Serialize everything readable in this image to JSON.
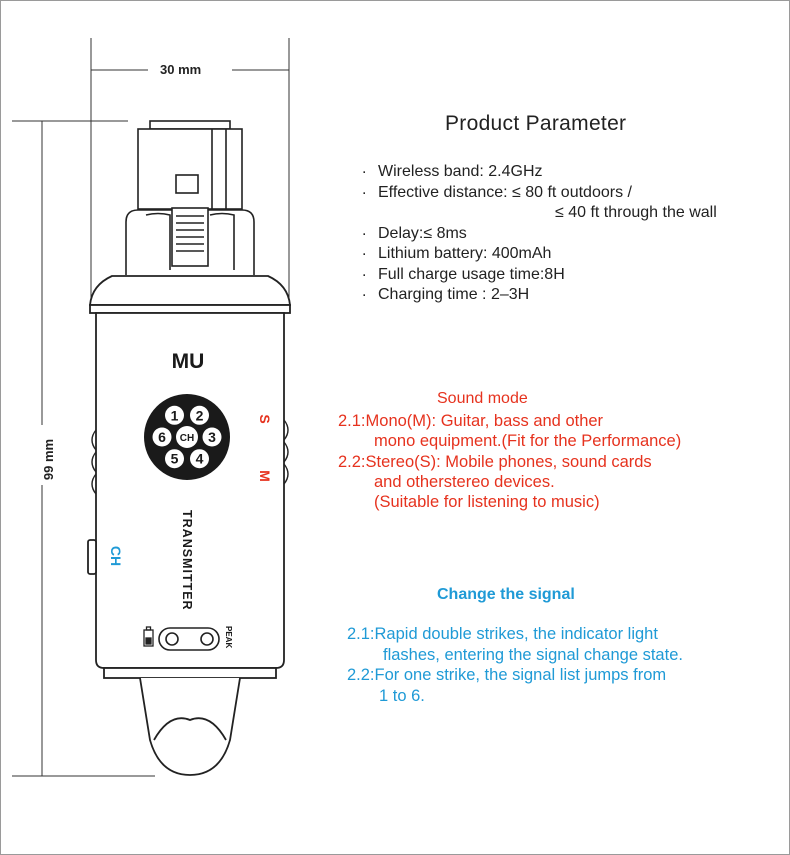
{
  "dimensions": {
    "width_label": "30 mm",
    "height_label": "99 mm"
  },
  "device": {
    "brand": "MU",
    "side_label_s": "S",
    "side_label_m": "M",
    "side_label_ch": "CH",
    "vertical_label": "TRANSMITTER",
    "peak_label": "PEAK",
    "dial_center": "CH",
    "dial_channels": [
      "1",
      "2",
      "3",
      "4",
      "5",
      "6"
    ]
  },
  "parameters": {
    "title": "Product Parameter",
    "items": [
      "Wireless band: 2.4GHz",
      "Effective distance: ≤ 80 ft outdoors /",
      "≤ 40 ft through the wall",
      "Delay:≤ 8ms",
      "Lithium battery: 400mAh",
      "Full charge usage time:8H",
      "Charging time : 2–3H"
    ]
  },
  "sound_mode": {
    "heading": "Sound mode",
    "lines": [
      "2.1:Mono(M): Guitar, bass and other",
      "mono equipment.(Fit for the Performance)",
      "2.2:Stereo(S): Mobile phones, sound cards",
      "and otherstereo devices.",
      "(Suitable for listening to music)"
    ]
  },
  "change_signal": {
    "heading": "Change the signal",
    "lines": [
      "2.1:Rapid double strikes, the indicator light",
      "flashes, entering the signal change state.",
      "2.2:For one strike, the signal list jumps from",
      "1 to 6."
    ]
  },
  "colors": {
    "sound_text": "#e6321e",
    "signal_text": "#1f9ad6",
    "label_red": "#e6321e",
    "label_blue": "#1f9ad6"
  }
}
